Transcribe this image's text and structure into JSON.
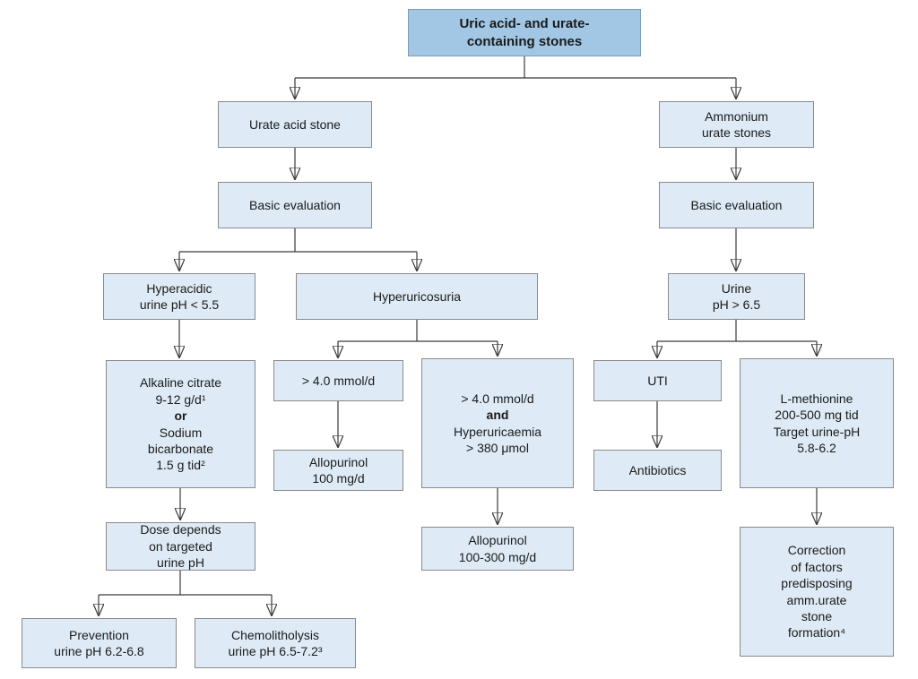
{
  "diagram": {
    "type": "flowchart",
    "nodes": {
      "root": {
        "lines": [
          "Uric acid- and urate-",
          "containing stones"
        ]
      },
      "urate_stone": {
        "lines": [
          "Urate acid stone"
        ]
      },
      "basic_eval_left": {
        "lines": [
          "Basic evaluation"
        ]
      },
      "hyperacidic": {
        "lines": [
          "Hyperacidic",
          "urine pH < 5.5"
        ]
      },
      "hyperuricosuria": {
        "lines": [
          "Hyperuricosuria"
        ]
      },
      "alkaline_citrate": {
        "lines": [
          "Alkaline citrate",
          "9-12 g/d¹",
          {
            "text": "or",
            "bold": true
          },
          "Sodium",
          "bicarbonate",
          "1.5 g tid²"
        ]
      },
      "dose_depends": {
        "lines": [
          "Dose depends",
          "on targeted",
          "urine pH"
        ]
      },
      "prevention": {
        "lines": [
          "Prevention",
          "urine pH 6.2-6.8"
        ]
      },
      "chemolitholysis": {
        "lines": [
          "Chemolitholysis",
          "urine pH 6.5-7.2³"
        ]
      },
      "over_4mmol": {
        "lines": [
          "> 4.0 mmol/d"
        ]
      },
      "allopurinol_100": {
        "lines": [
          "Allopurinol",
          "100 mg/d"
        ]
      },
      "over_4mmol_and": {
        "lines": [
          "> 4.0 mmol/d",
          {
            "text": "and",
            "bold": true
          },
          "Hyperuricaemia",
          "> 380 μmol"
        ]
      },
      "allopurinol_100_300": {
        "lines": [
          "Allopurinol",
          "100-300 mg/d"
        ]
      },
      "ammonium_urate": {
        "lines": [
          "Ammonium",
          "urate stones"
        ]
      },
      "basic_eval_right": {
        "lines": [
          "Basic evaluation"
        ]
      },
      "urine_ph_65": {
        "lines": [
          "Urine",
          "pH > 6.5"
        ]
      },
      "uti": {
        "lines": [
          "UTI"
        ]
      },
      "antibiotics": {
        "lines": [
          "Antibiotics"
        ]
      },
      "l_methionine": {
        "lines": [
          "L-methionine",
          "200-500 mg tid",
          "Target urine-pH",
          "5.8-6.2"
        ]
      },
      "correction": {
        "lines": [
          "Correction",
          "of factors",
          "predisposing",
          "amm.urate",
          "stone",
          "formation⁴"
        ]
      }
    },
    "edges": [
      {
        "from": "root",
        "to": "urate_stone"
      },
      {
        "from": "root",
        "to": "ammonium_urate"
      },
      {
        "from": "urate_stone",
        "to": "basic_eval_left"
      },
      {
        "from": "basic_eval_left",
        "to": "hyperacidic"
      },
      {
        "from": "basic_eval_left",
        "to": "hyperuricosuria"
      },
      {
        "from": "hyperacidic",
        "to": "alkaline_citrate"
      },
      {
        "from": "alkaline_citrate",
        "to": "dose_depends"
      },
      {
        "from": "dose_depends",
        "to": "prevention"
      },
      {
        "from": "dose_depends",
        "to": "chemolitholysis"
      },
      {
        "from": "hyperuricosuria",
        "to": "over_4mmol"
      },
      {
        "from": "hyperuricosuria",
        "to": "over_4mmol_and"
      },
      {
        "from": "over_4mmol",
        "to": "allopurinol_100"
      },
      {
        "from": "over_4mmol_and",
        "to": "allopurinol_100_300"
      },
      {
        "from": "ammonium_urate",
        "to": "basic_eval_right"
      },
      {
        "from": "basic_eval_right",
        "to": "urine_ph_65"
      },
      {
        "from": "urine_ph_65",
        "to": "uti"
      },
      {
        "from": "urine_ph_65",
        "to": "l_methionine"
      },
      {
        "from": "uti",
        "to": "antibiotics"
      },
      {
        "from": "l_methionine",
        "to": "correction"
      }
    ]
  },
  "colors": {
    "root_fill": "#a2c7e5",
    "root_border": "#7b9cb5",
    "node_fill": "#deebf6",
    "node_border": "#8a8a8a",
    "connector": "#3a3a3a",
    "text": "#1a1a1a"
  }
}
